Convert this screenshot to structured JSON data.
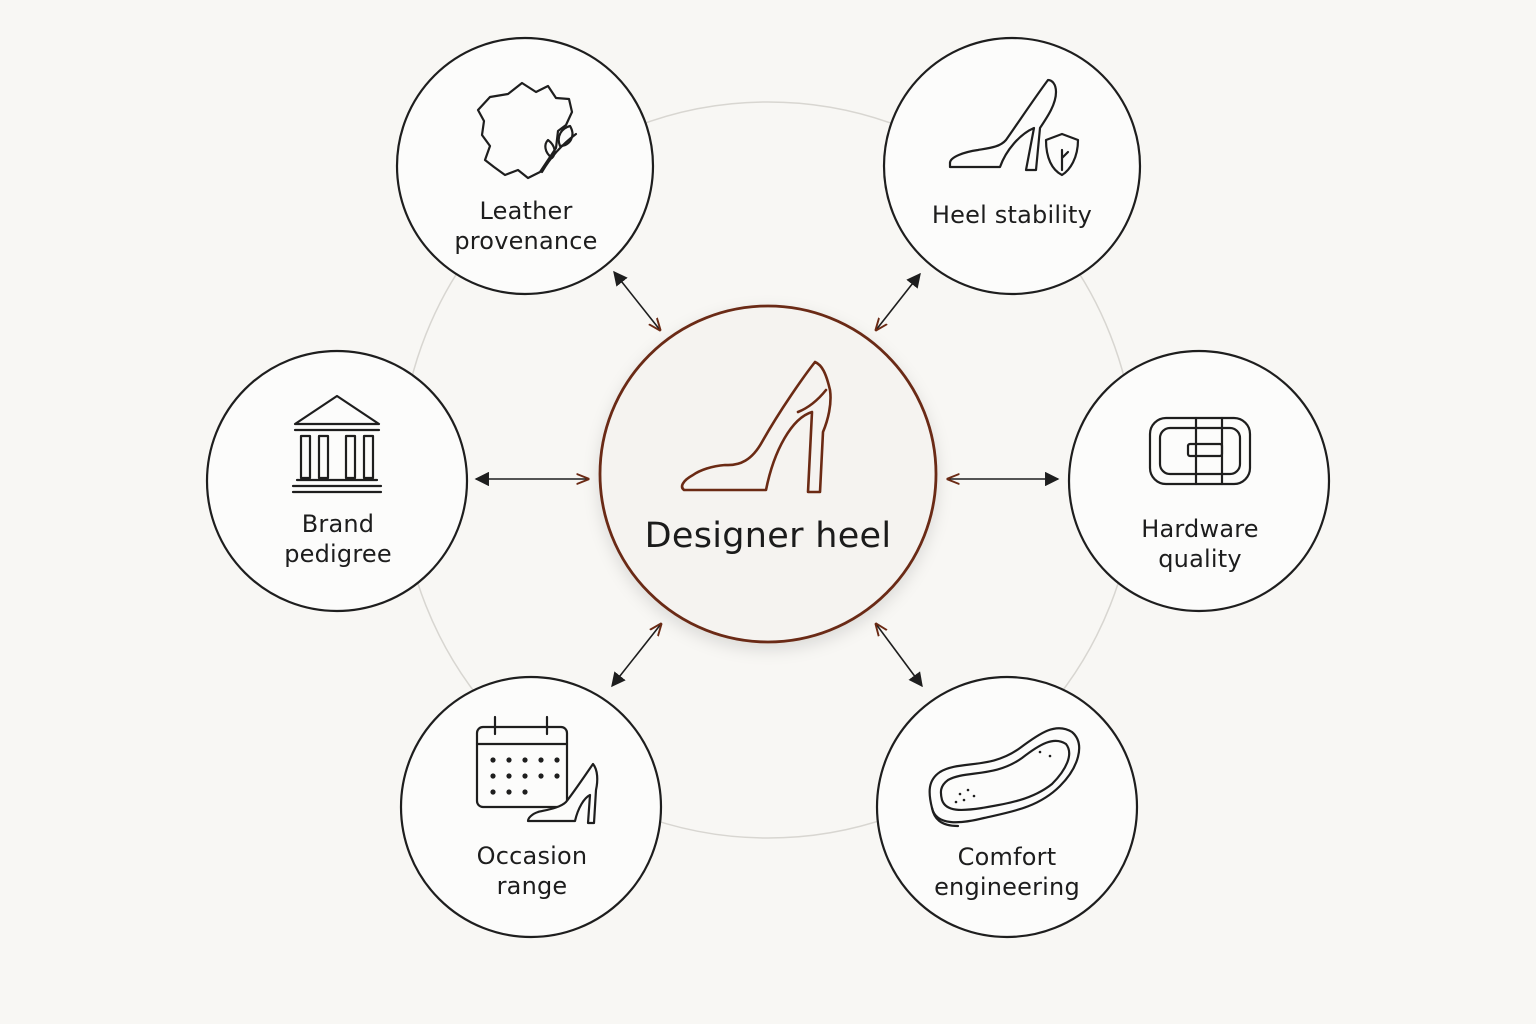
{
  "diagram": {
    "center": {
      "label": "Designer heel",
      "icon": "high-heel-icon"
    },
    "nodes": [
      {
        "id": "leather",
        "lines": [
          "Leather",
          "provenance"
        ],
        "icon": "leather-hide-with-leaf-icon"
      },
      {
        "id": "heel",
        "lines": [
          "Heel stability"
        ],
        "icon": "high-heel-with-shield-icon"
      },
      {
        "id": "brand",
        "lines": [
          "Brand",
          "pedigree"
        ],
        "icon": "classical-building-icon"
      },
      {
        "id": "hardware",
        "lines": [
          "Hardware",
          "quality"
        ],
        "icon": "buckle-icon"
      },
      {
        "id": "occasion",
        "lines": [
          "Occasion",
          "range"
        ],
        "icon": "calendar-with-heel-icon"
      },
      {
        "id": "comfort",
        "lines": [
          "Comfort",
          "engineering"
        ],
        "icon": "insole-icon"
      }
    ],
    "colors": {
      "background": "#f8f7f4",
      "center_ring": "#6b2a14",
      "node_ring": "#1e1e1e",
      "orbit": "#d8d6d1",
      "arrow_dark": "#1e1e1e",
      "arrow_brown": "#6b2a14"
    }
  }
}
